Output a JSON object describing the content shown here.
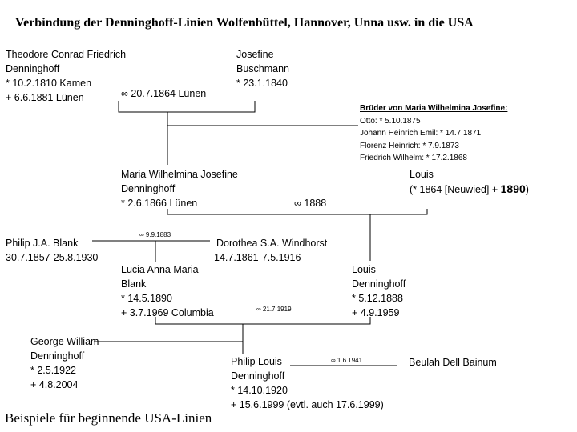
{
  "title": "Verbindung der Denninghoff-Linien Wolfenbüttel, Hannover, Unna usw. in die USA",
  "footer": "Beispiele für beginnende USA-Linien",
  "persons": {
    "theodore": {
      "l1": "Theodore Conrad Friedrich",
      "l2": "Denninghoff",
      "l3": "* 10.2.1810 Kamen",
      "l4": "+ 6.6.1881 Lünen"
    },
    "josefine": {
      "l1": "Josefine",
      "l2": "Buschmann",
      "l3": "* 23.1.1840"
    },
    "maria": {
      "l1": "Maria Wilhelmina Josefine",
      "l2": "Denninghoff",
      "l3": "* 2.6.1866 Lünen"
    },
    "louis_sr": {
      "l1": "Louis",
      "l2a": "(* 1864 [Neuwied]  + ",
      "l2b": "1890",
      "l2c": ")"
    },
    "philip_blank": {
      "l1": "Philip J.A. Blank",
      "l2": "30.7.1857-25.8.1930"
    },
    "dorothea": {
      "l1": "Dorothea S.A. Windhorst",
      "l2": "14.7.1861-7.5.1916"
    },
    "lucia": {
      "l1": "Lucia Anna Maria",
      "l2": "Blank",
      "l3": "* 14.5.1890",
      "l4": "+ 3.7.1969 Columbia"
    },
    "louis_jr": {
      "l1": "Louis",
      "l2": "Denninghoff",
      "l3": "* 5.12.1888",
      "l4": "+ 4.9.1959"
    },
    "george": {
      "l1": "George William",
      "l2": "Denninghoff",
      "l3": "* 2.5.1922",
      "l4": "+ 4.8.2004"
    },
    "philip_louis": {
      "l1": "Philip Louis",
      "l2": "Denninghoff",
      "l3": "* 14.10.1920",
      "l4": "+ 15.6.1999 (evtl. auch 17.6.1999)"
    },
    "beulah": {
      "l1": "Beulah Dell Bainum"
    }
  },
  "marriages": {
    "m1": "∞ 20.7.1864 Lünen",
    "m2": "∞ 1888",
    "m3": "∞ 9.9.1883",
    "m4": "∞ 21.7.1919",
    "m5": "∞ 1.6.1941"
  },
  "brothers": {
    "heading": "Brüder von Maria Wilhelmina Josefine:",
    "items": [
      "Otto: * 5.10.1875",
      "Johann Heinrich Emil: * 14.7.1871",
      "Florenz Heinrich: * 7.9.1873",
      "Friedrich Wilhelm: * 17.2.1868"
    ]
  }
}
